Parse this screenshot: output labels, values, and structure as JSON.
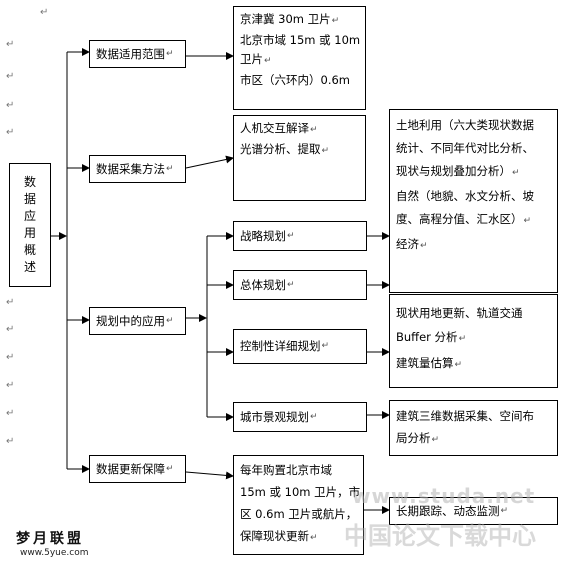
{
  "root": {
    "chars": [
      "数",
      "据",
      "应",
      "用",
      "概",
      "述"
    ]
  },
  "level1": {
    "scope": "数据适用范围",
    "collection": "数据采集方法",
    "application": "规划中的应用",
    "update": "数据更新保障"
  },
  "scope_detail": [
    "京津冀 30m 卫片",
    "北京市域 15m 或 10m",
    "卫片",
    "市区（六环内）0.6m"
  ],
  "collection_detail": [
    "人机交互解译",
    "光谱分析、提取"
  ],
  "plans": {
    "strategic": "战略规划",
    "overall": "总体规划",
    "regulatory": "控制性详细规划",
    "landscape": "城市景观规划"
  },
  "landuse_detail": [
    "土地利用（六大类现状数据",
    "统计、不同年代对比分析、",
    "现状与规划叠加分析）",
    "自然（地貌、水文分析、坡",
    "度、高程分值、汇水区）",
    "经济"
  ],
  "regulatory_detail": [
    "现状用地更新、轨道交通",
    "Buffer 分析",
    "建筑量估算"
  ],
  "landscape_detail": [
    "建筑三维数据采集、空间布",
    "局分析"
  ],
  "update_detail": [
    "每年购置北京市域",
    "15m 或 10m 卫片，市",
    "区 0.6m 卫片或航片，",
    "保障现状更新"
  ],
  "monitor": "长期跟踪、动态监测",
  "watermark": {
    "site": "www.studa.net",
    "cn": "中国论文下载中心"
  },
  "logo": {
    "cn": "梦月联盟",
    "url": "www.5yue.com"
  },
  "mark_char": "↵"
}
